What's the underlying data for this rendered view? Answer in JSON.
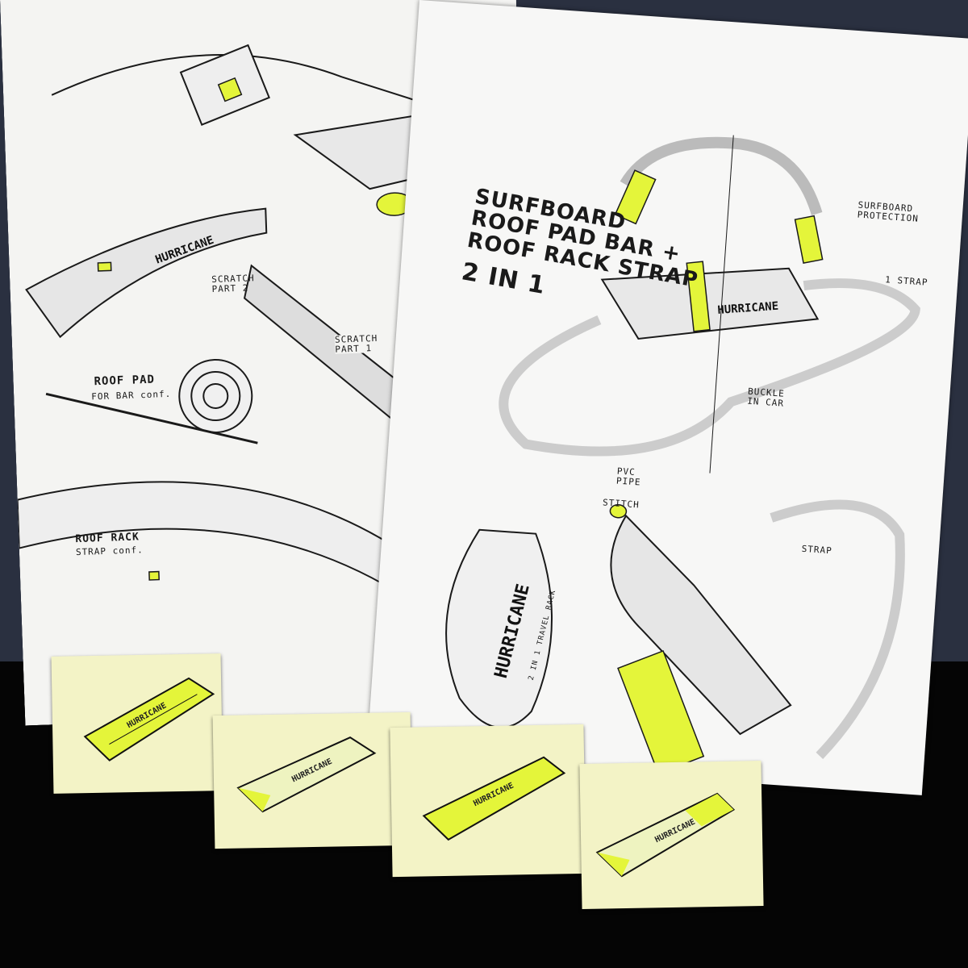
{
  "colors": {
    "background": "#050505",
    "paper": "#f4f4f2",
    "highlight": "#e4f53a",
    "ink": "#1a1a1a",
    "sticky_note": "#f3f3c6"
  },
  "title": {
    "line1": "SURFBOARD",
    "line2": "ROOF PAD BAR +",
    "line3": "ROOF RACK STRAP",
    "subtitle": "2 IN 1"
  },
  "left_page": {
    "labels": {
      "scratch_part_2": "SCRATCH PART 2",
      "scratch_part_1": "SCRATCH PART 1",
      "roof_pad": "ROOF PAD",
      "roof_pad_sub": "FOR BAR conf.",
      "roof_rack": "ROOF RACK",
      "roof_rack_sub": "STRAP conf.",
      "brand": "HURRICANE"
    }
  },
  "right_page": {
    "labels": {
      "surfboard_protection": "SURFBOARD PROTECTION",
      "one_strap": "1 STRAP",
      "buckle_in_car": "BUCKLE IN CAR",
      "pvc_pipe": "PVC PIPE",
      "stitch": "STITCH",
      "strap": "STRAP",
      "brand": "HURRICANE",
      "bag_brand": "HURRICANE",
      "bag_sub": "2 IN 1 TRAVEL RACK"
    }
  },
  "sticky_notes": [
    {
      "label": "HURRICANE"
    },
    {
      "label": "HURRICANE"
    },
    {
      "label": "HURRICANE"
    },
    {
      "label": "HURRICANE"
    }
  ]
}
